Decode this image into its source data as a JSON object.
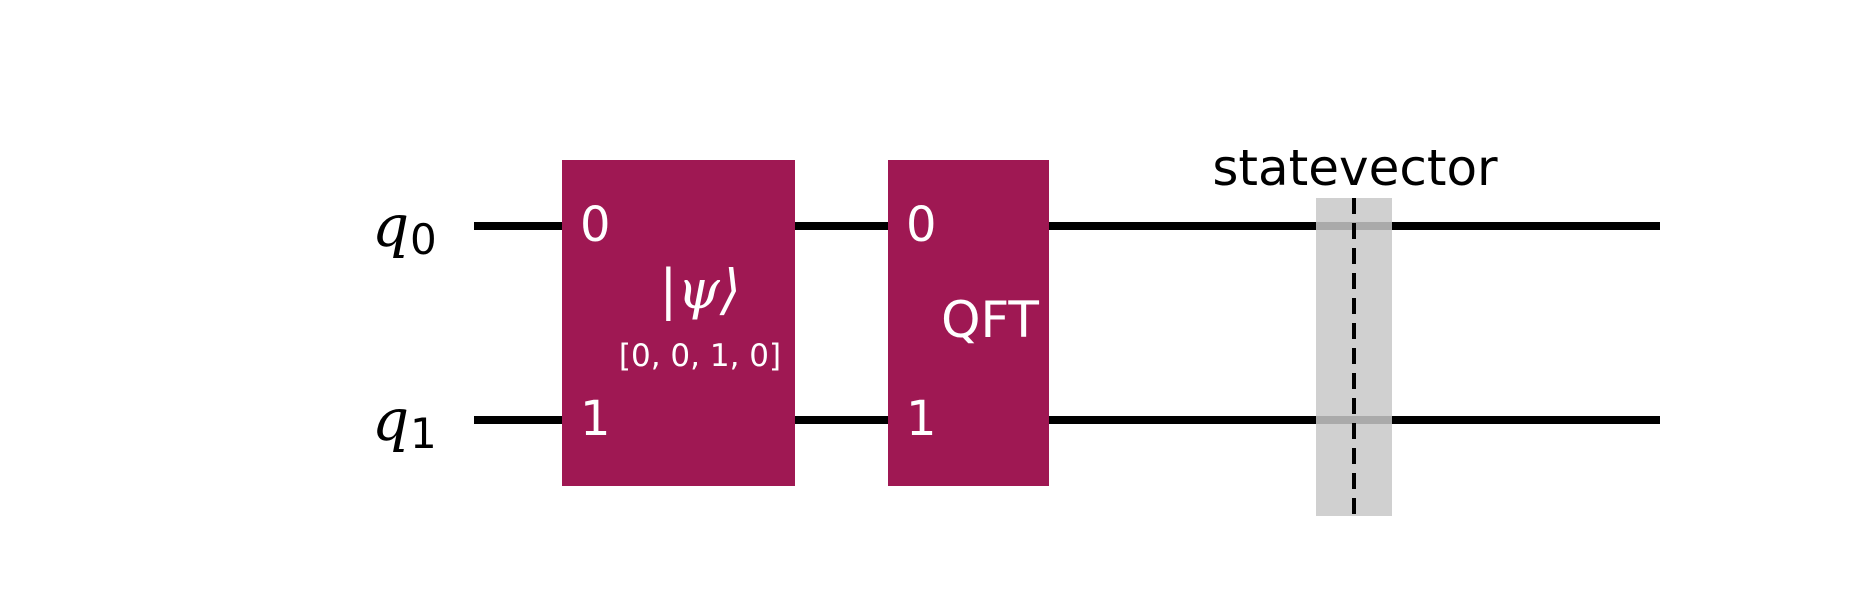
{
  "circuit": {
    "qubits": [
      {
        "name": "q",
        "index": "0"
      },
      {
        "name": "q",
        "index": "1"
      }
    ],
    "gates": [
      {
        "kind": "state-prep",
        "label": "|ψ⟩",
        "params": "[0, 0, 1, 0]",
        "pin_labels": [
          "0",
          "1"
        ],
        "color": "#9f1853"
      },
      {
        "kind": "qft",
        "label": "QFT",
        "pin_labels": [
          "0",
          "1"
        ],
        "color": "#9f1853"
      }
    ],
    "barrier": {
      "label": "statevector",
      "color": "#c8c8c8"
    },
    "wire_color": "#000000"
  }
}
